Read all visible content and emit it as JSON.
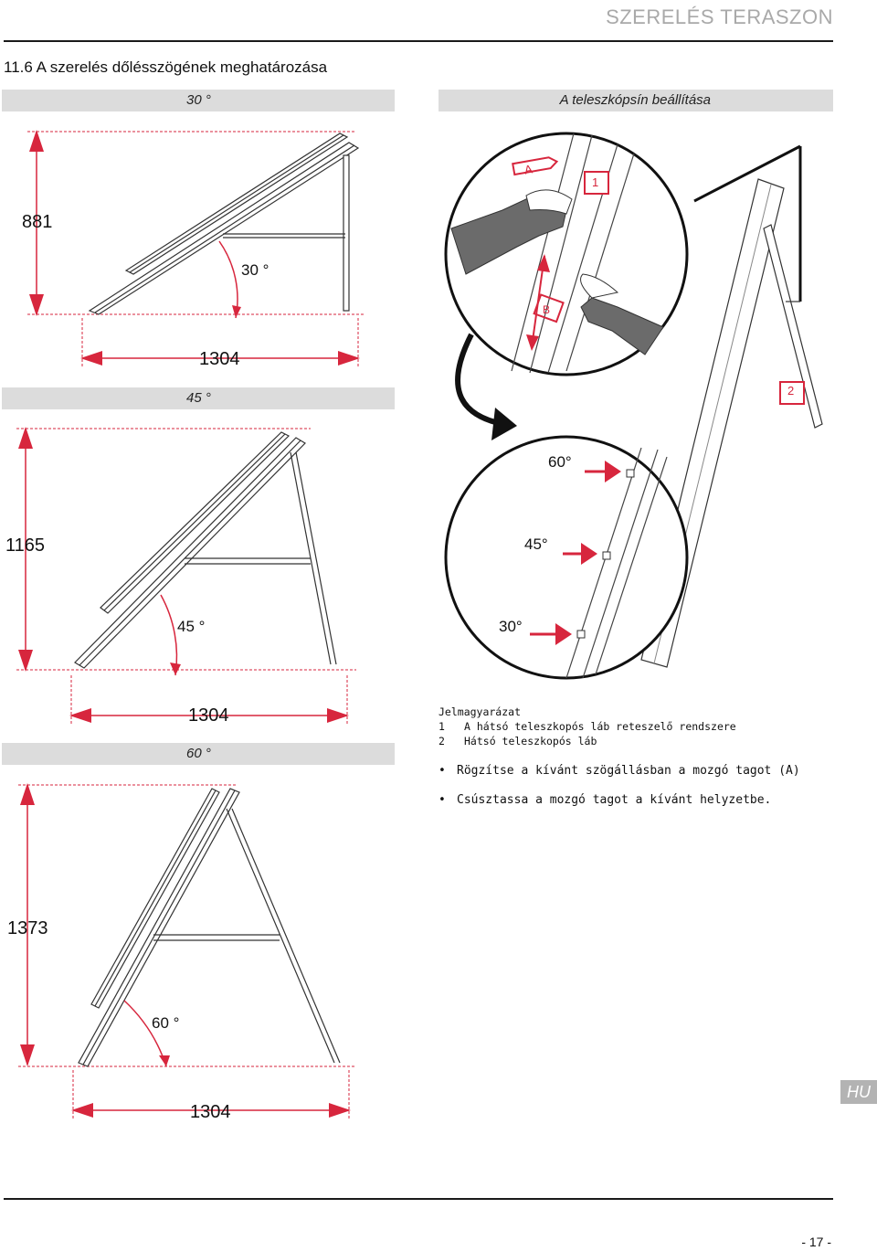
{
  "header": {
    "title": "SZERELÉS TERASZON"
  },
  "section": {
    "title": "11.6   A szerelés dőlésszögének meghatározása"
  },
  "bars": {
    "b30": "30 °",
    "telescope": "A teleszkópsín beállítása",
    "b45": "45 °",
    "b60": "60 °"
  },
  "diagrams": {
    "d30": {
      "height": "881",
      "width": "1304",
      "angle": "30 °"
    },
    "d45": {
      "height": "1165",
      "width": "1304",
      "angle": "45 °"
    },
    "d60": {
      "height": "1373",
      "width": "1304",
      "angle": "60 °"
    }
  },
  "detail": {
    "label_a": "A",
    "label_b": "B",
    "marker_1": "1",
    "marker_2": "2",
    "angle_60": "60°",
    "angle_45": "45°",
    "angle_30": "30°"
  },
  "legend": {
    "title": "Jelmagyarázat",
    "items": [
      {
        "num": "1",
        "text": "A hátsó teleszkopós láb reteszelő rendszere"
      },
      {
        "num": "2",
        "text": "Hátsó teleszkopós láb"
      }
    ]
  },
  "instructions": [
    "Rögzítse a kívánt szögállásban a mozgó tagot (A)",
    "Csúsztassa a mozgó tagot a kívánt helyzetbe."
  ],
  "footer": {
    "lang_badge": "HU",
    "page": "- 17 -"
  },
  "colors": {
    "accent": "#d7263d",
    "bar": "#dcdcdc",
    "badge": "#b3b3b3",
    "glove": "#6b6b6b"
  }
}
